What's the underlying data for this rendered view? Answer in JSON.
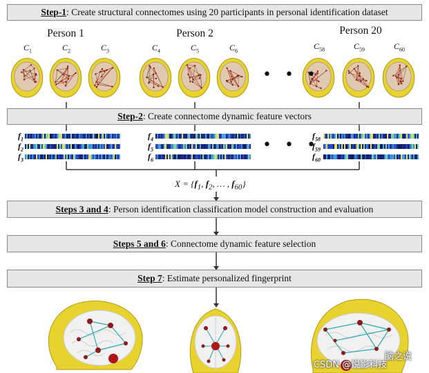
{
  "steps": {
    "step1": {
      "key": "Step-1",
      "text": ": Create structural connectomes using 20 participants in personal identification dataset"
    },
    "step2": {
      "key": "Step-2",
      "text": ": Create connectome dynamic feature vectors"
    },
    "step34": {
      "key": "Steps 3 and 4",
      "text": ": Person identification classification model construction and evaluation"
    },
    "step56": {
      "key": "Steps 5 and 6",
      "text": ": Connectome dynamic feature selection"
    },
    "step7": {
      "key": "Step 7",
      "text": ": Estimate personalized fingerprint"
    }
  },
  "persons": [
    {
      "label": "Person 1",
      "connectomes": [
        "1",
        "2",
        "3"
      ],
      "features": [
        "1",
        "2",
        "3"
      ]
    },
    {
      "label": "Person 2",
      "connectomes": [
        "4",
        "5",
        "6"
      ],
      "features": [
        "4",
        "5",
        "6"
      ]
    },
    {
      "label": "Person 20",
      "connectomes": [
        "58",
        "59",
        "60"
      ],
      "features": [
        "58",
        "59",
        "60"
      ]
    }
  ],
  "symbols": {
    "connectome": "C",
    "feature": "f"
  },
  "ellipsis": "• • •",
  "equation": {
    "lhs": "X = {",
    "f1": "1",
    "f2": "2",
    "mid": ", … , ",
    "fn": "60",
    "rhs": "}"
  },
  "watermark": "CSDN @悦影科技",
  "watermark2": "脑之说",
  "colors": {
    "head": "#e8d22e",
    "box": "#e6e6e6",
    "edge": "#2aa9a9",
    "node": "#8b1a1a"
  }
}
